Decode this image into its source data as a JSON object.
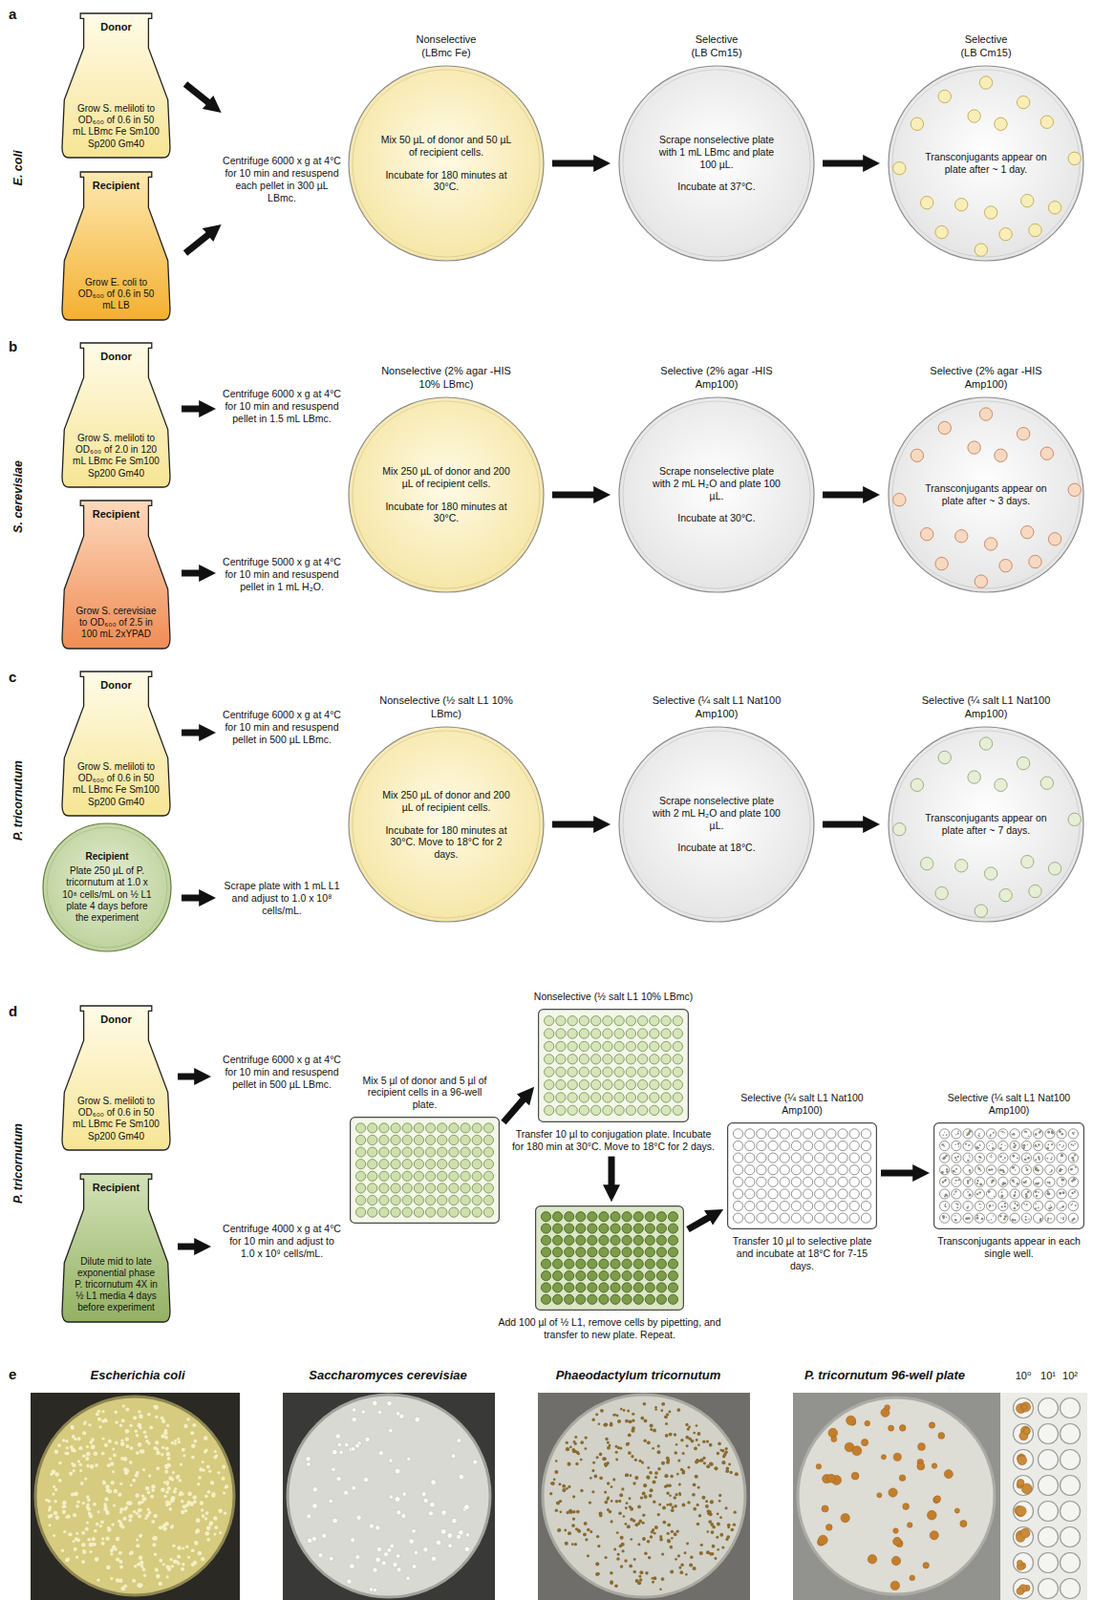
{
  "diagram": {
    "nodes": [
      {
        "text": [
          "Donor",
          "Grow S. meliloti to OD₆₀₀ of 0.6 in 50 mL LBmc Fe Sm100 Sp200 Gm40"
        ]
      },
      {
        "text": [
          "Recipient",
          "Grow E. coli to OD₆₀₀ of 0.6 in 50 mL LB"
        ]
      },
      {
        "text": [
          "Nonselective (LBmc Fe)",
          "Mix 50 µL of donor and 50 µL of recipient cells.",
          "Incubate for 180 minutes at 30°C."
        ]
      },
      {
        "text": [
          "Selective (LB Cm15)",
          "Scrape nonselective plate with 1 mL LBmc and plate 100 µL.",
          "Incubate at 37°C."
        ]
      },
      {
        "text": [
          "Selective (LB Cm15)",
          "Transconjugants appear on plate after ~ 1 day."
        ]
      },
      {
        "text": [
          "Donor",
          "Grow S. meliloti to OD₆₀₀ of 2.0 in 120 mL LBmc Fe Sm100 Sp200 Gm40"
        ]
      },
      {
        "text": [
          "Recipient",
          "Grow S. cerevisiae to OD₆₀₀ of 2.5 in 100 mL 2xYPAD"
        ]
      },
      {
        "text": [
          "Nonselective (2% agar -HIS 10% LBmc)",
          "Mix 250 µL of donor and 200 µL of recipient cells.",
          "Incubate for 180 minutes at 30°C."
        ]
      },
      {
        "text": [
          "Selective (2% agar -HIS Amp100)",
          "Scrape nonselective plate with 2 mL H₂O and plate 100 µL.",
          "Incubate at 30°C."
        ]
      },
      {
        "text": [
          "Selective (2% agar -HIS Amp100)",
          "Transconjugants appear on plate after ~ 3 days."
        ]
      },
      {
        "text": [
          "Donor",
          "Grow S. meliloti to OD₆₀₀ of 0.6 in 50 mL LBmc Fe Sm100 Sp200 Gm40"
        ]
      },
      {
        "text": [
          "Recipient",
          "Plate 250 µL of P. tricornutum at 1.0 x 10⁸ cells/mL on ½ L1 plate 4 days before the experiment"
        ]
      },
      {
        "text": [
          "Nonselective (½ salt L1 10% LBmc)",
          "Mix 250 µL of donor and 200 µL of recipient cells.",
          "Incubate for 180 minutes at 30°C. Move to 18°C for 2 days."
        ]
      },
      {
        "text": [
          "Selective (¼ salt L1 Nat100 Amp100)",
          "Scrape nonselective plate with 2 mL H₂O and plate 100 µL.",
          "Incubate at 18°C."
        ]
      },
      {
        "text": [
          "Selective (¼ salt L1 Nat100 Amp100)",
          "Transconjugants appear on plate after ~ 7 days."
        ]
      },
      {
        "text": [
          "Donor",
          "Grow S. meliloti to OD₆₀₀ of 0.6 in 50 mL LBmc Fe Sm100 Sp200 Gm40"
        ]
      },
      {
        "text": [
          "Recipient",
          "Dilute mid to late exponential phase P. tricornutum 4X in ½ L1 media 4 days before experiment"
        ]
      },
      {
        "text": [
          "Mix 5 µl of donor and 5 µl of recipient cells in a 96-well plate."
        ]
      },
      {
        "text": [
          "Nonselective (½ salt L1 10% LBmc)",
          "Transfer 10 µl to conjugation plate. Incubate for 180 min at 30°C. Move to 18°C for 2 days."
        ]
      },
      {
        "text": [
          "Add 100 µl of ½ L1, remove cells by pipetting, and transfer to new plate. Repeat."
        ]
      },
      {
        "text": [
          "Selective (¼ salt L1 Nat100 Amp100)",
          "Transfer 10 µl to selective plate and incubate at 18°C for 7-15 days."
        ]
      },
      {
        "text": [
          "Selective (¼ salt L1 Nat100 Amp100)",
          "Transconjugants appear in each single well."
        ]
      }
    ],
    "edges": [
      {
        "from": 2,
        "to": 3,
        "arrow": "to"
      },
      {
        "from": 3,
        "to": 4,
        "arrow": "to"
      },
      {
        "from": 7,
        "to": 8,
        "arrow": "to"
      },
      {
        "from": 8,
        "to": 9,
        "arrow": "to"
      },
      {
        "from": 12,
        "to": 13,
        "arrow": "to"
      },
      {
        "from": 13,
        "to": 14,
        "arrow": "to"
      },
      {
        "from": 17,
        "to": 18,
        "arrow": "to"
      },
      {
        "from": 18,
        "to": 19,
        "arrow": "to"
      },
      {
        "from": 19,
        "to": 20,
        "arrow": "to"
      },
      {
        "from": 20,
        "to": 21,
        "arrow": "to"
      }
    ],
    "labels": [
      "a",
      "E. coli",
      "Centrifuge 6000 x g at 4°C for 10 min and resuspend each pellet in 300 µL LBmc.",
      "b",
      "S. cerevisiae",
      "Centrifuge 6000 x g at 4°C for 10 min and resuspend pellet in 1.5 mL LBmc.",
      "Centrifuge 5000 x g at 4°C for 10 min and resuspend pellet in 1 mL H₂O.",
      "c",
      "P. tricornutum",
      "Centrifuge 6000 x g at 4°C for 10 min and resuspend pellet in 500 µL LBmc.",
      "Scrape plate with 1 mL L1 and adjust to 1.0 x 10⁸ cells/mL.",
      "d",
      "P. tricornutum",
      "Centrifuge 6000 x g at 4°C for 10 min and resuspend pellet in 500 µL LBmc.",
      "Centrifuge 4000 x g at 4°C for 10 min and adjust to 1.0 x 10⁹ cells/mL.",
      "e",
      "Escherichia coli",
      "Saccharomyces cerevisiae",
      "Phaeodactylum tricornutum",
      "P. tricornutum 96-well plate",
      "10⁰",
      "10¹",
      "10²"
    ]
  }
}
